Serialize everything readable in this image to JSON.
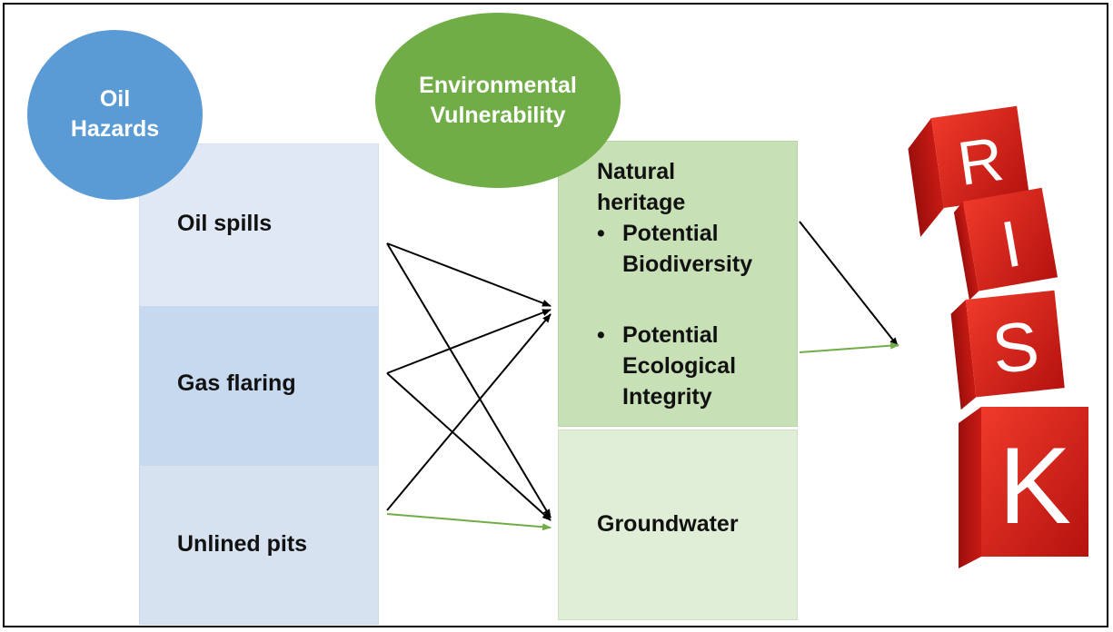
{
  "hazards": {
    "heading_line1": "Oil",
    "heading_line2": "Hazards",
    "items": [
      "Oil spills",
      "Gas flaring",
      "Unlined pits"
    ]
  },
  "vulnerability": {
    "heading_line1": "Environmental",
    "heading_line2": "Vulnerability",
    "natural_heritage_line1": "Natural",
    "natural_heritage_line2": "heritage",
    "bullets": [
      {
        "symbol": "•",
        "lines": [
          "Potential",
          "Biodiversity"
        ]
      },
      {
        "symbol": "•",
        "lines": [
          "Potential",
          "Ecological",
          "Integrity"
        ]
      }
    ],
    "groundwater": "Groundwater"
  },
  "risk_image": {
    "letters": [
      "R",
      "I",
      "S",
      "K"
    ],
    "color": "#d42020"
  },
  "colors": {
    "oil_circle": "#5b9bd5",
    "env_circle": "#70ad47",
    "black_arrow": "#000000",
    "green_arrow": "#70ad47"
  }
}
